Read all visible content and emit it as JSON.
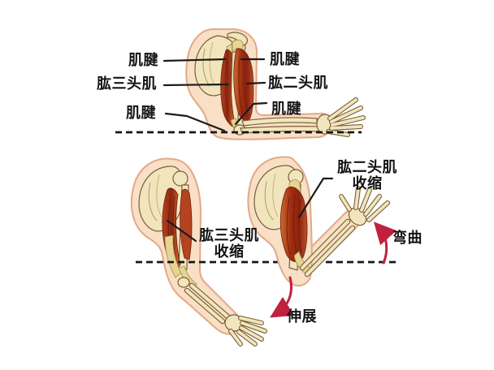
{
  "diagram": {
    "description_texts": {
      "top": {
        "labels_left": [
          {
            "id": "tendon_upper",
            "text": "肌腱"
          },
          {
            "id": "triceps",
            "text": "肱三头肌"
          },
          {
            "id": "tendon_lower",
            "text": "肌腱"
          }
        ],
        "labels_right": [
          {
            "id": "tendon_upper",
            "text": "肌腱"
          },
          {
            "id": "biceps",
            "text": "肱二头肌"
          },
          {
            "id": "tendon_elbow",
            "text": "肌腱"
          }
        ]
      },
      "bottom_left": {
        "label": {
          "line1": "肱三头肌",
          "line2": "收缩"
        }
      },
      "bottom_right": {
        "label": {
          "line1": "肱二头肌",
          "line2": "收缩"
        }
      },
      "motions": {
        "bend": "弯曲",
        "extend": "伸展"
      }
    },
    "colors": {
      "background": "#ffffff",
      "skin": "#f8dfc6",
      "skin_outline": "#e2a987",
      "bone": "#f1e5bd",
      "bone_outline": "#7b5e36",
      "muscle_dark": "#8c2410",
      "muscle_light": "#cf6a33",
      "tendon": "#e6d493",
      "pointer_line": "#1b1b1b",
      "motion_arrow": "#c1203f",
      "text": "#141414"
    }
  }
}
